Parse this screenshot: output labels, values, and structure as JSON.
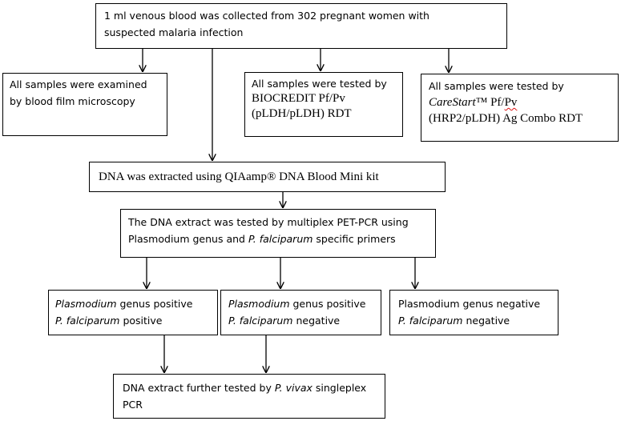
{
  "boxes": {
    "collection": {
      "line1": "1 ml venous blood was collected from 302 pregnant women with",
      "line2": "suspected malaria infection"
    },
    "microscopy": {
      "line1": "All samples were examined",
      "line2": "by blood film microscopy"
    },
    "biocredit": {
      "line1": "All samples were tested by",
      "line2": "BIOCREDIT Pf/Pv",
      "line3": "(pLDH/pLDH) RDT"
    },
    "carestart": {
      "line1": "All samples were tested by",
      "brand": "CareStart",
      "tm": "™",
      "line2_pf": " Pf/",
      "line2_pv": "Pv",
      "line3": "(HRP2/pLDH) Ag Combo RDT"
    },
    "extraction": {
      "line1": "DNA was extracted using QIAamp® DNA Blood Mini kit"
    },
    "petpcr": {
      "line1": "The DNA extract was tested by multiplex PET-PCR using",
      "line2_a": "Plasmodium genus and ",
      "line2_b": "P. falciparum",
      "line2_c": " specific primers"
    },
    "result_pos_pos": {
      "l1_a": "Plasmodium",
      "l1_b": " genus positive",
      "l2_a": "P. falciparum",
      "l2_b": " positive"
    },
    "result_pos_neg": {
      "l1_a": "Plasmodium",
      "l1_b": " genus positive",
      "l2_a": "P. falciparum",
      "l2_b": " negative"
    },
    "result_neg_neg": {
      "l1": "Plasmodium genus negative",
      "l2_a": "P. falciparum",
      "l2_b": " negative"
    },
    "vivax": {
      "l1_a": "DNA extract further tested by ",
      "l1_b": "P. vivax",
      "l1_c": " singleplex",
      "l2": "PCR"
    }
  }
}
